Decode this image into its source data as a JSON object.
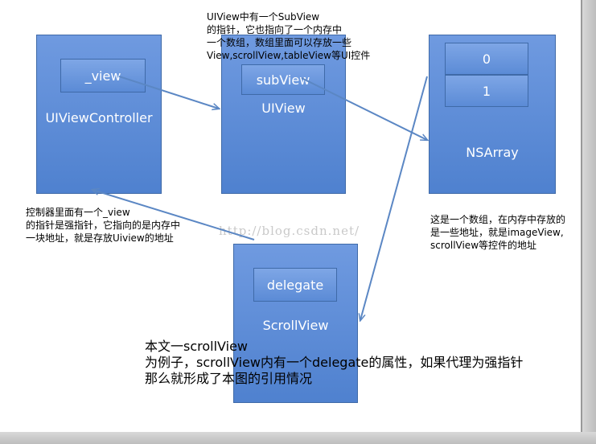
{
  "boxes": {
    "controller": {
      "label": "UIViewController",
      "inner_label": "_view"
    },
    "uiview": {
      "label": "UIView",
      "inner_label": "subView"
    },
    "nsarray": {
      "label": "NSArray",
      "items": [
        "0",
        "1"
      ]
    },
    "scrollview": {
      "label": "ScrollView",
      "inner_label": "delegate"
    }
  },
  "notes": {
    "subview_note": "UIView中有一个SubView\n的指针，它也指向了一个内存中\n一个数组，数组里面可以存放一些\nView,scrollView,tableView等UI控件",
    "controller_note": "控制器里面有一个_view\n的指针是强指针，它指向的是内存中\n一块地址，就是存放Uiview的地址",
    "array_note": "这是一个数组，在内存中存放的\n是一些地址，就是imageView,\nscrollView等控件的地址",
    "main_note": "本文一scrollView\n为例子，scrollView内有一个delegate的属性，如果代理为强指针\n那么就形成了本图的引用情况"
  },
  "watermark": "http://blog.csdn.net/",
  "colors": {
    "box_fill": "#5b8bd6",
    "box_border": "#3f6aa8",
    "arrow": "#5b87c4"
  }
}
